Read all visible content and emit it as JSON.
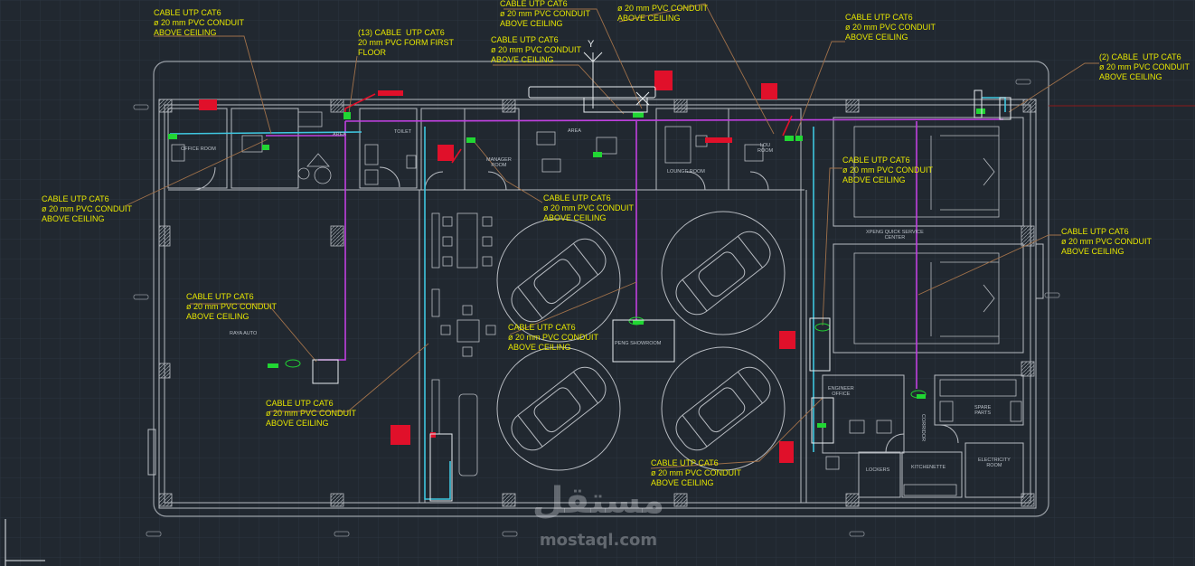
{
  "cable_labels": {
    "l1": "CABLE UTP CAT6\nø 20 mm PVC CONDUIT\nABOVE CEILING",
    "l2": "(13) CABLE  UTP CAT6\n20 mm PVC FORM FIRST\nFLOOR",
    "l3": "CABLE UTP CAT6\nø 20 mm PVC CONDUIT\nABOVE CEILING",
    "l4": "CABLE UTP CAT6\nø 20 mm PVC CONDUIT\nABOVE CEILING",
    "l5": "ø 20 mm PVC CONDUIT\nABOVE CEILING",
    "l6": "CABLE UTP CAT6\nø 20 mm PVC CONDUIT\nABOVE CEILING",
    "l7": "(2) CABLE  UTP CAT6\nø 20 mm PVC CONDUIT\nABOVE CEILING",
    "l8": "CABLE UTP CAT6\nø 20 mm PVC CONDUIT\nABOVE CEILING",
    "l9": "CABLE UTP CAT6\nø 20 mm PVC CONDUIT\nABOVE CEILING",
    "l10": "CABLE UTP CAT6\nø 20 mm PVC CONDUIT\nABOVE CEILING",
    "l11": "CABLE UTP CAT6\nø 20 mm PVC CONDUIT\nABOVE CEILING",
    "l12": "CABLE UTP CAT6\nø 20 mm PVC CONDUIT\nABOVE CEILING",
    "l13": "CABLE UTP CAT6\nø 20 mm PVC CONDUIT\nABOVE CEILING",
    "l14": "CABLE UTP CAT6\nø 20 mm PVC CONDUIT\nABOVE CEILING",
    "l15": "CABLE UTP CAT6\nø 20 mm PVC CONDUIT\nABOVE CEILING"
  },
  "rooms": {
    "raya_auto": "RAYA AUTO",
    "showroom": "PENG SHOWROOM",
    "service_center": "XPENG QUICK SERVICE\nCENTER",
    "engineer_office": "ENGINEER\nOFFICE",
    "corridor": "CORRIDOR",
    "spare_parts": "SPARE\nPARTS",
    "lockers": "LOCKERS",
    "kitchenette": "KITCHENETTE",
    "electricity_room": "ELECTRICITY\nROOM",
    "lounge_room": "LOUNGE ROOM",
    "lounge": "LOU\nROOM",
    "manager_room": "MANAGER\nROOM",
    "toilet": "TOILET",
    "area_1": "AREA",
    "area_2": "AREA",
    "office": "OFFICE ROOM"
  },
  "ucs_axis": "Y",
  "watermark": {
    "arabic": "مستقل",
    "latin": "mostaql.com"
  },
  "colors": {
    "background": "#212830",
    "walls": "#b8bcc2",
    "label_text": "#e6e600",
    "cable_magenta": "#c040e0",
    "cable_cyan": "#3fc7e0",
    "equipment_red": "#e0102a",
    "equipment_green": "#21d633",
    "leader_brown": "#a0714a"
  }
}
